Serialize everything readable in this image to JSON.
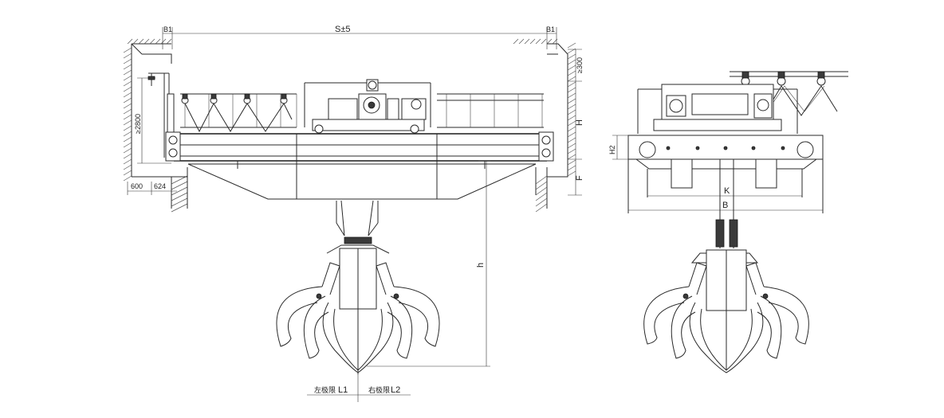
{
  "dimensions": {
    "span": "S±5",
    "b1_left": "B1",
    "b1_right": "B1",
    "clearance_top": "≥300",
    "height_h": "H",
    "height_f": "F",
    "height_2800": "≥2800",
    "left_600": "600",
    "left_624": "624",
    "hook_h": "h",
    "l1": "L1",
    "l2": "L2",
    "l1_note": "左极限",
    "l2_note": "右极限",
    "h2": "H2",
    "k": "K",
    "b": "B"
  }
}
